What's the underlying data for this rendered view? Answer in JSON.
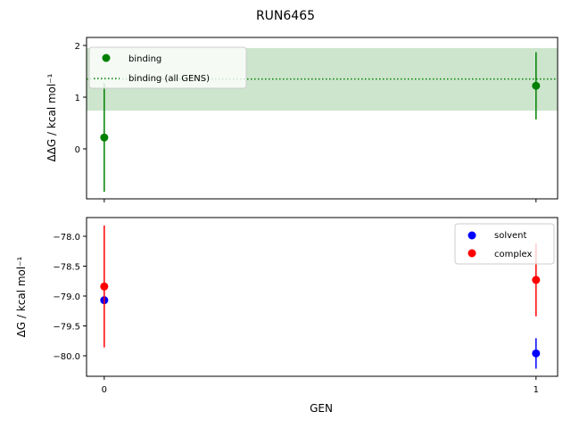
{
  "chart_data": [
    {
      "type": "line",
      "suptitle": "RUN6465",
      "xlabel": "",
      "ylabel": "ΔΔG / kcal mol⁻¹",
      "xlim": [
        -0.041,
        1.05
      ],
      "ylim": [
        -0.966,
        2.155
      ],
      "xticks": [
        0,
        1
      ],
      "xtick_labels_visible": false,
      "yticks": [
        0,
        1,
        2
      ],
      "ytick_labels": [
        "0",
        "1",
        "2"
      ],
      "legend_position": "top-left",
      "series": [
        {
          "name": "binding",
          "style": "points-with-errorbars",
          "color": "#008000",
          "x": [
            0,
            1
          ],
          "y": [
            0.22,
            1.22
          ],
          "yerr": [
            1.05,
            0.65
          ]
        },
        {
          "name": "binding (all GENS)",
          "style": "dotted-line-with-band",
          "color": "#008000",
          "y": 1.35,
          "band": [
            0.74,
            1.95
          ],
          "band_color": "#cce5cc"
        }
      ]
    },
    {
      "type": "scatter",
      "xlabel": "GEN",
      "ylabel": "ΔG / kcal mol⁻¹",
      "xlim": [
        -0.041,
        1.05
      ],
      "ylim": [
        -80.343,
        -77.687
      ],
      "xticks": [
        0,
        1
      ],
      "xtick_labels": [
        "0",
        "1"
      ],
      "yticks": [
        -78.0,
        -78.5,
        -79.0,
        -79.5,
        -80.0
      ],
      "ytick_labels": [
        "−78.0",
        "−78.5",
        "−79.0",
        "−79.5",
        "−80.0"
      ],
      "legend_position": "top-right",
      "series": [
        {
          "name": "solvent",
          "color": "#0000ff",
          "x": [
            0,
            1
          ],
          "y": [
            -79.07,
            -79.96
          ],
          "yerr": [
            0,
            0.255
          ]
        },
        {
          "name": "complex",
          "color": "#ff0000",
          "x": [
            0,
            1
          ],
          "y": [
            -78.84,
            -78.73
          ],
          "yerr": [
            1.02,
            0.61
          ]
        }
      ]
    }
  ]
}
